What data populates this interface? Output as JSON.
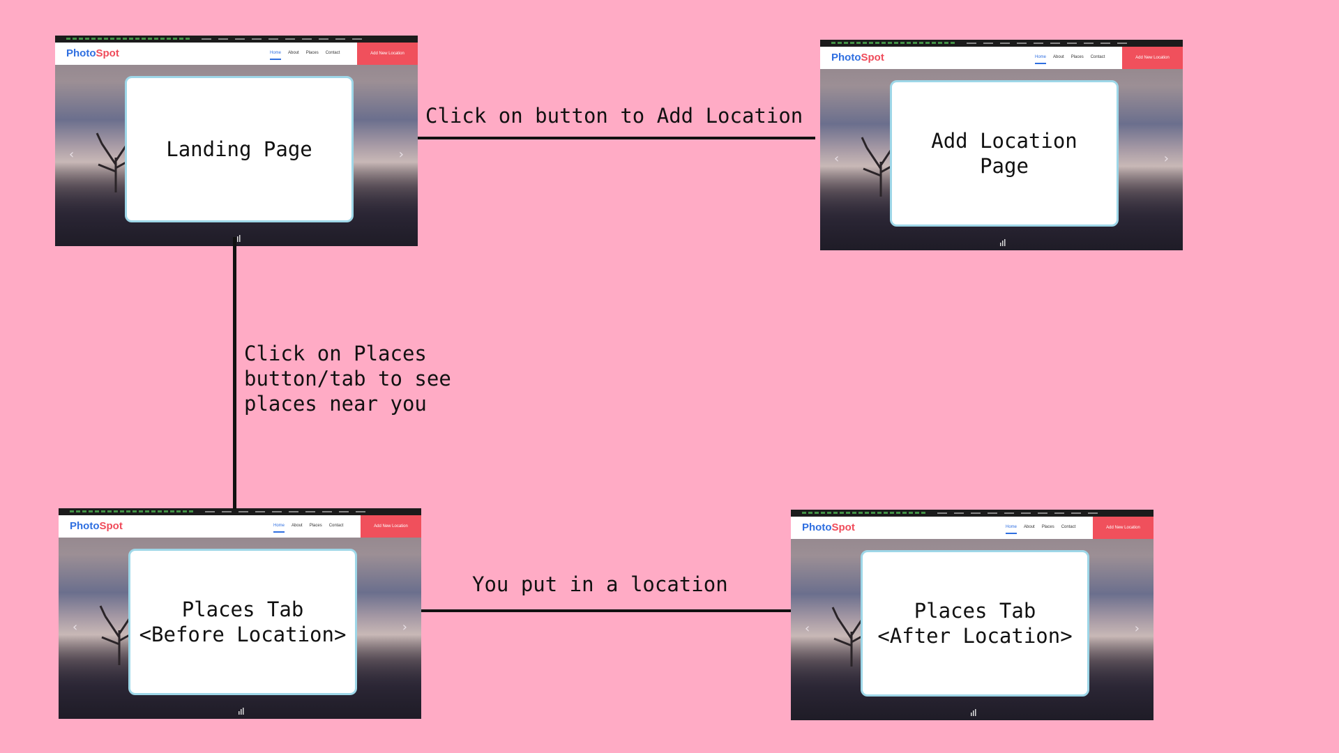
{
  "colors": {
    "background": "#ffabc5",
    "card_border": "#9ed7e8",
    "logo_blue": "#2f6fe0",
    "logo_red": "#ef4b5a",
    "add_button": "#f0505c",
    "connector": "#111111"
  },
  "app": {
    "logo_part1": "Photo",
    "logo_part2": "Spot",
    "nav": [
      "Home",
      "About",
      "Places",
      "Contact"
    ],
    "add_button_label": "Add New Location"
  },
  "nodes": {
    "landing": "Landing Page",
    "add_location": "Add Location\nPage",
    "places_before": "Places Tab\n<Before Location>",
    "places_after": "Places Tab\n<After Location>"
  },
  "edges": {
    "landing_to_add": "Click on button to Add Location",
    "landing_to_places": "Click on Places\nbutton/tab to see\nplaces near you",
    "before_to_after": "You put in a location"
  }
}
